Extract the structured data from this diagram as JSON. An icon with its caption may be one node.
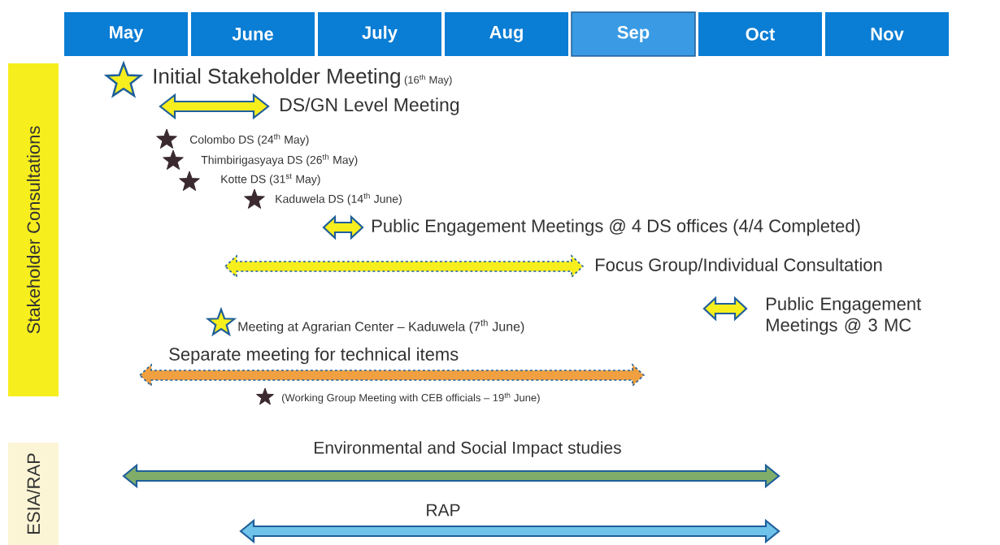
{
  "diagram": {
    "nodes": [
      {
        "text": [
          "May"
        ]
      },
      {
        "text": [
          "June"
        ]
      },
      {
        "text": [
          "July"
        ]
      },
      {
        "text": [
          "Aug"
        ]
      },
      {
        "text": [
          "Sep"
        ]
      },
      {
        "text": [
          "Oct"
        ]
      },
      {
        "text": [
          "Nov"
        ]
      },
      {
        "text": [
          "Stakeholder Consultations"
        ]
      },
      {
        "text": [
          "ESIA/RAP"
        ]
      },
      {
        "text": [],
        "shape": "bar",
        "beside": [
          "DS/GN Level Meeting"
        ]
      },
      {
        "text": [],
        "shape": "bar",
        "beside": [
          "Public Engagement Meetings @ 4 DS offices (4/4 Completed)"
        ]
      },
      {
        "text": [],
        "shape": "bar",
        "beside": [
          "Focus Group/Individual Consultation"
        ]
      },
      {
        "text": [],
        "shape": "bar",
        "beside": [
          "Public Engagement Meetings @ 3 MC"
        ]
      },
      {
        "text": [],
        "shape": "bar",
        "beside": [
          "Separate meeting for technical items"
        ]
      },
      {
        "text": [],
        "shape": "bar",
        "beside": [
          "Environmental and Social Impact studies"
        ]
      },
      {
        "text": [],
        "shape": "bar",
        "beside": [
          "RAP"
        ]
      }
    ],
    "labels": [
      "Initial Stakeholder Meeting",
      "(16$^{th}$ May)",
      "Colombo DS (24$^{th}$ May)",
      "Thimbirigasyaya DS (26$^{th}$ May)",
      "Kotte DS (31$^{st}$ May)",
      "Kaduwela DS (14$^{th}$ June)",
      "Meeting at Agrarian Center – Kaduwela (7$^{th}$ June)",
      "(Working Group Meeting with CEB officials – 19$^{th}$ June)"
    ]
  }
}
